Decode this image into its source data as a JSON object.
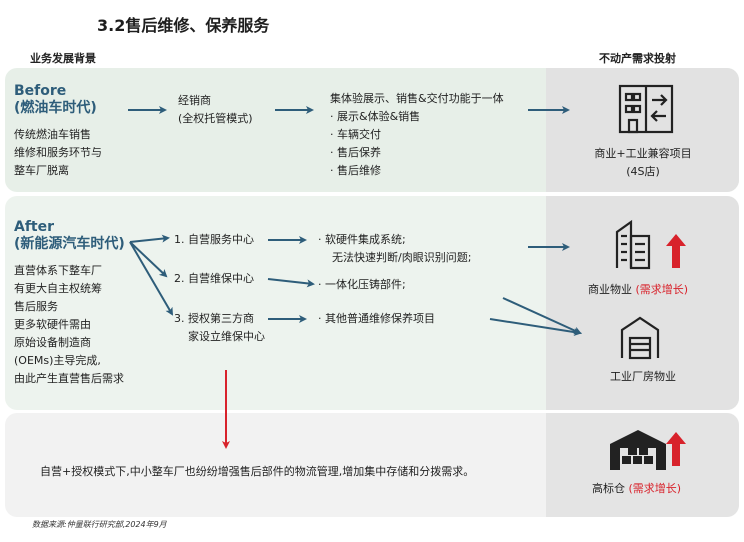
{
  "title": "3.2售后维修、保养服务",
  "left_header": "业务发展背景",
  "right_header": "不动产需求投射",
  "before": {
    "heading_1": "Before",
    "heading_2": "(燃油车时代)",
    "desc": [
      "传统燃油车销售",
      "维修和服务环节与",
      "整车厂脱离"
    ],
    "col2": [
      "经销商",
      "(全权托管模式)"
    ],
    "col3": [
      "集体验展示、销售&交付功能于一体",
      "· 展示&体验&销售",
      "· 车辆交付",
      "· 售后保养",
      "· 售后维修"
    ],
    "result_1": "商业+工业兼容项目",
    "result_2": "(4S店)"
  },
  "after": {
    "heading_1": "After",
    "heading_2": "(新能源汽车时代)",
    "desc": [
      "直营体系下整车厂",
      "有更大自主权统筹",
      "售后服务",
      "更多软硬件需由",
      "原始设备制造商",
      "(OEMs)主导完成,",
      "由此产生直营售后需求"
    ],
    "opt1": "1. 自营服务中心",
    "opt2": "2. 自营维保中心",
    "opt3": [
      "3. 授权第三方商",
      "家设立维保中心"
    ],
    "r1": [
      "· 软硬件集成系统;",
      "无法快速判断/肉眼识别问题;"
    ],
    "r2": "· 一体化压铸部件;",
    "r3": "· 其他普通维修保养项目",
    "res1_label": "商业物业",
    "res1_tag": "(需求增长)",
    "res2_label": "工业厂房物业"
  },
  "bottom": {
    "text": "自营+授权模式下,中小整车厂也纷纷增强售后部件的物流管理,增加集中存储和分拨需求。",
    "res_label": "高标仓",
    "res_tag": "(需求增长)"
  },
  "source": "数据来源:仲量联行研究部,2024年9月",
  "colors": {
    "arrow": "#2e5d7a",
    "accent_red": "#d8222b",
    "right_panel": "#e2e2e2"
  }
}
